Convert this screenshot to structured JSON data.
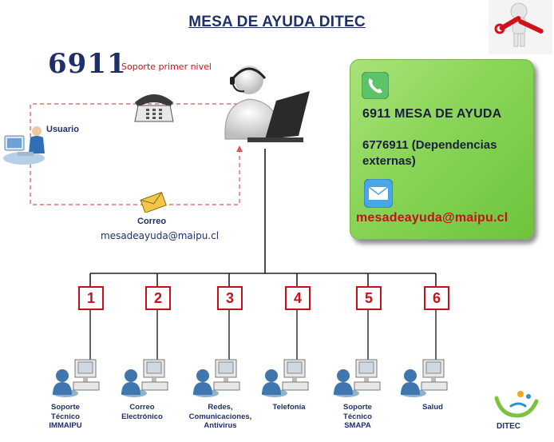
{
  "title": "MESA DE AYUDA DITEC",
  "main_number": "6911",
  "first_level_label": "Soporte primer nivel",
  "user_label": "Usuario",
  "email_channel": {
    "label": "Correo",
    "address": "mesadeayuda@maipu.cl"
  },
  "contact_box": {
    "line1": "6911 MESA DE AYUDA",
    "line2": "6776911 (Dependencias externas)",
    "email": "mesadeayuda@maipu.cl"
  },
  "departments": [
    {
      "number": "1",
      "label": "Soporte\nTécnico\nIMMAIPU"
    },
    {
      "number": "2",
      "label": "Correo\nElectrónico"
    },
    {
      "number": "3",
      "label": "Redes,\nComunicaciones,\nAntivirus"
    },
    {
      "number": "4",
      "label": "Telefonía"
    },
    {
      "number": "5",
      "label": "Soporte\nTécnico\nSMAPA"
    },
    {
      "number": "6",
      "label": "Salud"
    }
  ],
  "logo_text": "DITEC",
  "colors": {
    "title": "#1f2f6b",
    "accent_red": "#c8101a",
    "box_green": "#8cd65a"
  }
}
